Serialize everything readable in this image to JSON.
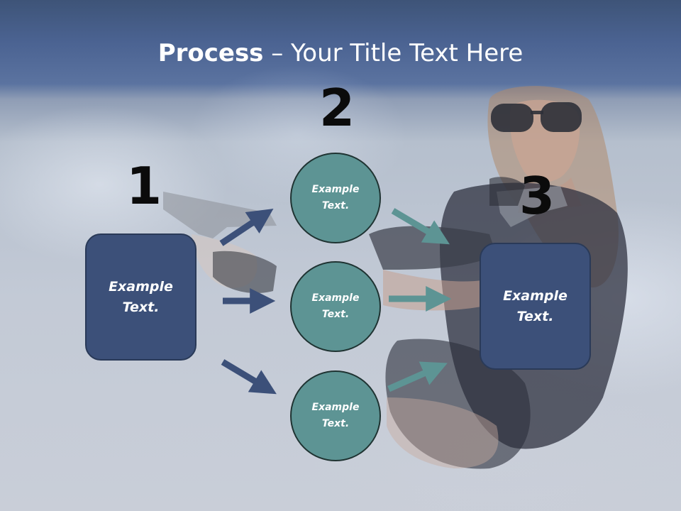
{
  "title": {
    "bold": "Process",
    "rest": " – Your Title Text Here"
  },
  "steps": {
    "one": "1",
    "two": "2",
    "three": "3"
  },
  "left_box": {
    "text": "Example Text."
  },
  "right_box": {
    "text": "Example Text."
  },
  "circles": [
    {
      "text": "Example Text."
    },
    {
      "text": "Example Text."
    },
    {
      "text": "Example Text."
    }
  ],
  "colors": {
    "box": "#3c5079",
    "circle": "#5d9494",
    "arrow_blue": "#3c5079",
    "arrow_teal": "#5d9494",
    "title_band": "#4b6392"
  }
}
